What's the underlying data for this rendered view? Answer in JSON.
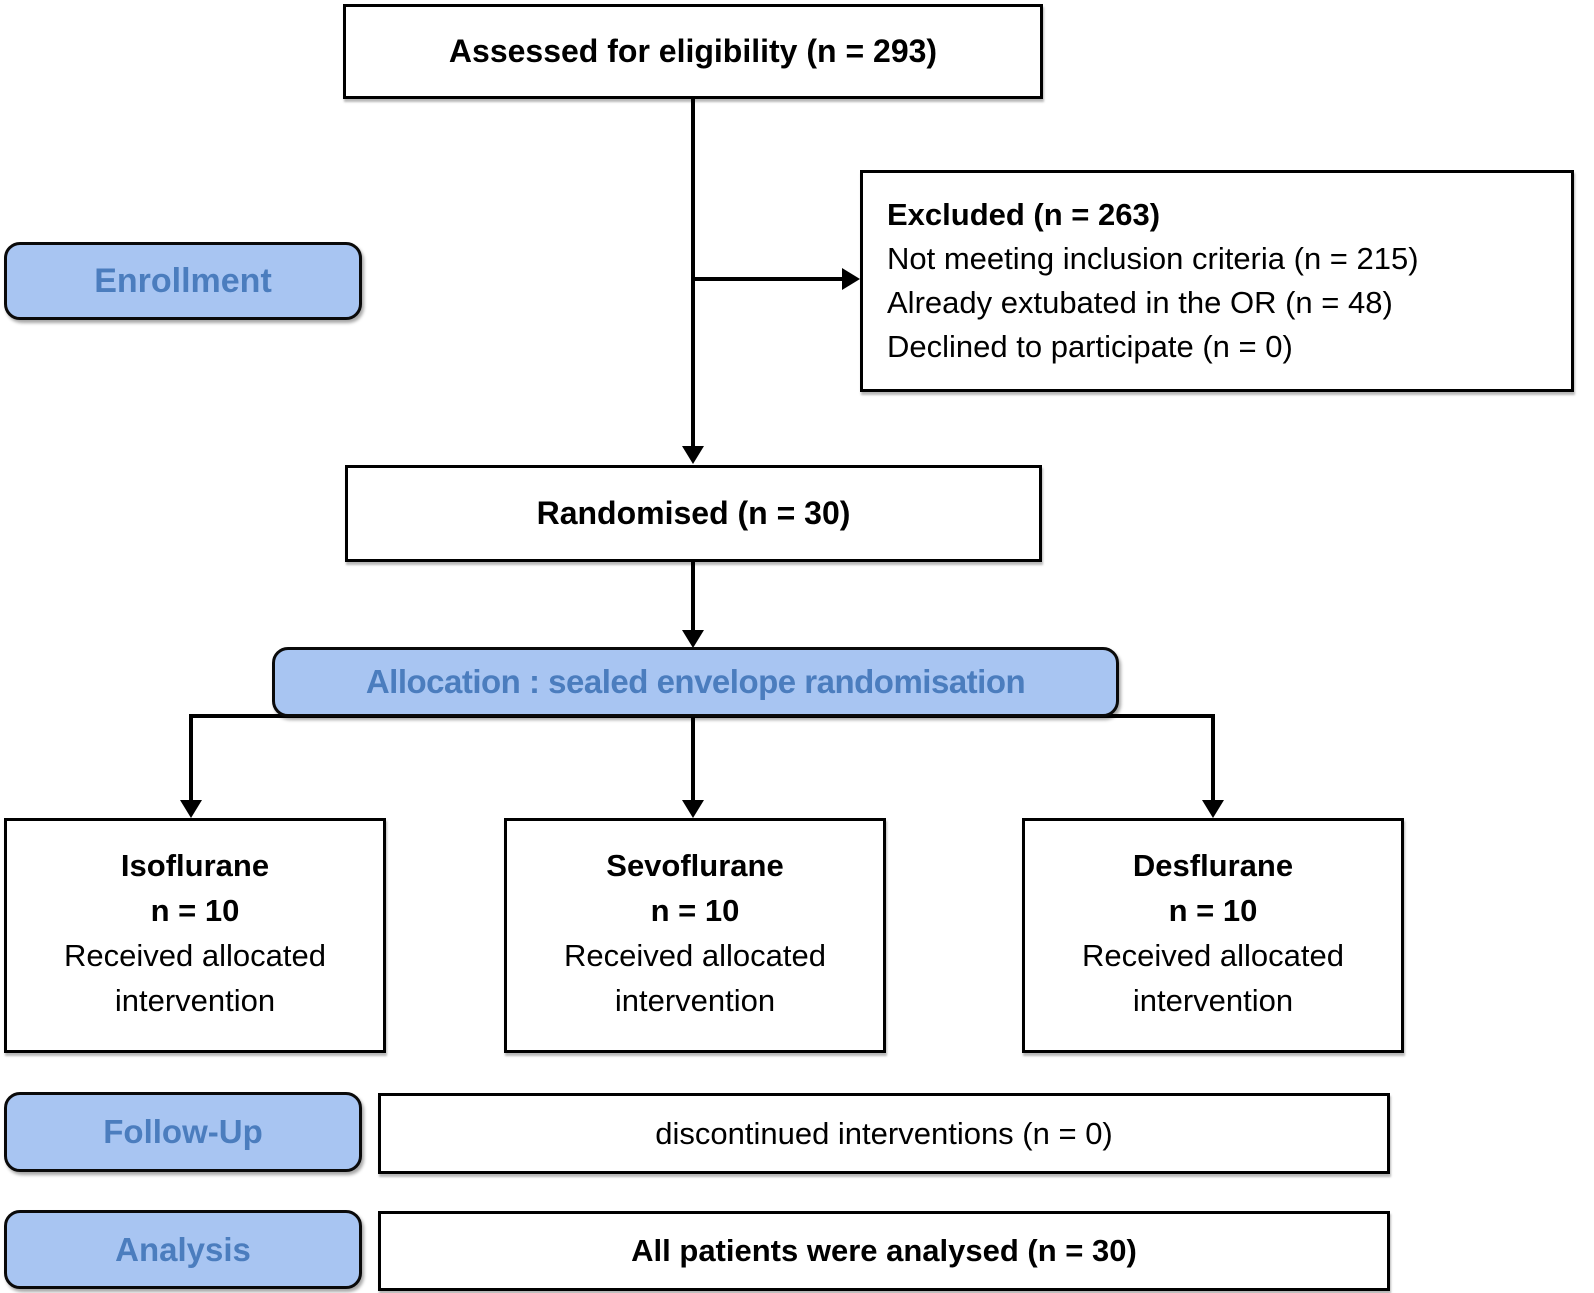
{
  "colors": {
    "pill_fill": "#a8c5f2",
    "pill_text": "#4b7dbe",
    "box_border": "#000000",
    "box_fill": "#ffffff"
  },
  "flow": {
    "assessed": "Assessed for eligibility (n = 293)",
    "excluded": {
      "title": "Excluded (n = 263)",
      "lines": [
        "Not meeting inclusion criteria (n = 215)",
        "Already extubated in the OR (n = 48)",
        "Declined to participate (n = 0)"
      ]
    },
    "enrollment_label": "Enrollment",
    "randomised": "Randomised (n = 30)",
    "allocation_label": "Allocation : sealed envelope randomisation",
    "arms": [
      {
        "name": "Isoflurane",
        "n": "n = 10",
        "body": "Received allocated intervention"
      },
      {
        "name": "Sevoflurane",
        "n": "n = 10",
        "body": "Received allocated intervention"
      },
      {
        "name": "Desflurane",
        "n": "n = 10",
        "body": "Received allocated intervention"
      }
    ],
    "followup_label": "Follow-Up",
    "followup_text": "discontinued interventions (n = 0)",
    "analysis_label": "Analysis",
    "analysis_text": "All patients were analysed (n = 30)"
  }
}
